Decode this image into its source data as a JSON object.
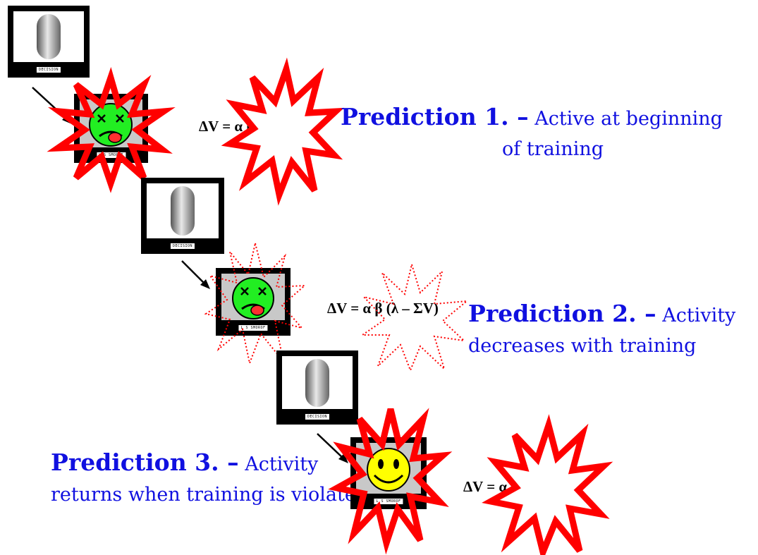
{
  "colors": {
    "prediction_text": "#1010e0",
    "star_outline": "#ff0000",
    "sick_face": "#22ee22",
    "happy_face": "#ffff00",
    "tongue": "#ff3030"
  },
  "icons": [
    "pill-icon",
    "sick-face-icon",
    "happy-face-icon",
    "explosion-star-icon",
    "arrow-icon"
  ],
  "monitor_label": "DECISION",
  "face_screen_label": "L S SMOROF",
  "equation": {
    "lead": "ΔV = ",
    "rest": "α β (λ – ΣV)"
  },
  "predictions": [
    {
      "title": "Prediction 1. –",
      "line1": " Active at beginning",
      "line2": "of training"
    },
    {
      "title": "Prediction 2. –",
      "line1": " Activity",
      "line2": "decreases with training"
    },
    {
      "title": "Prediction 3. –",
      "line1": " Activity",
      "line2": "returns when training is violated"
    }
  ]
}
